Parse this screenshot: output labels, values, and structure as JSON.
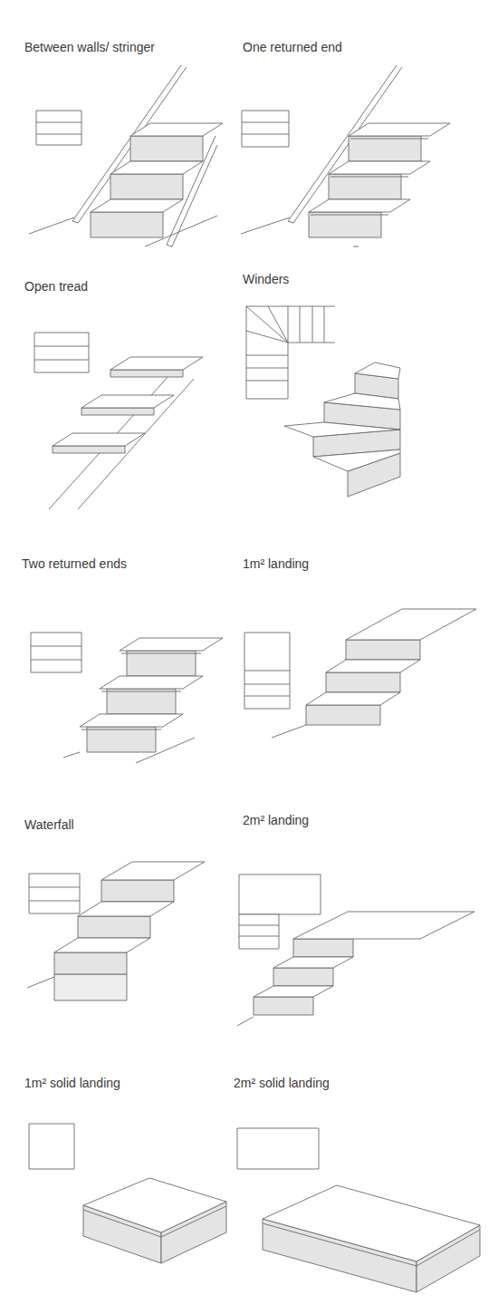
{
  "diagram": {
    "labels": [
      "Between walls/ stringer",
      "One returned end",
      "Open tread",
      "Winders",
      "Two returned ends",
      "1m² landing",
      "Waterfall",
      "2m² landing",
      "1m² solid landing",
      "2m² solid landing"
    ]
  }
}
